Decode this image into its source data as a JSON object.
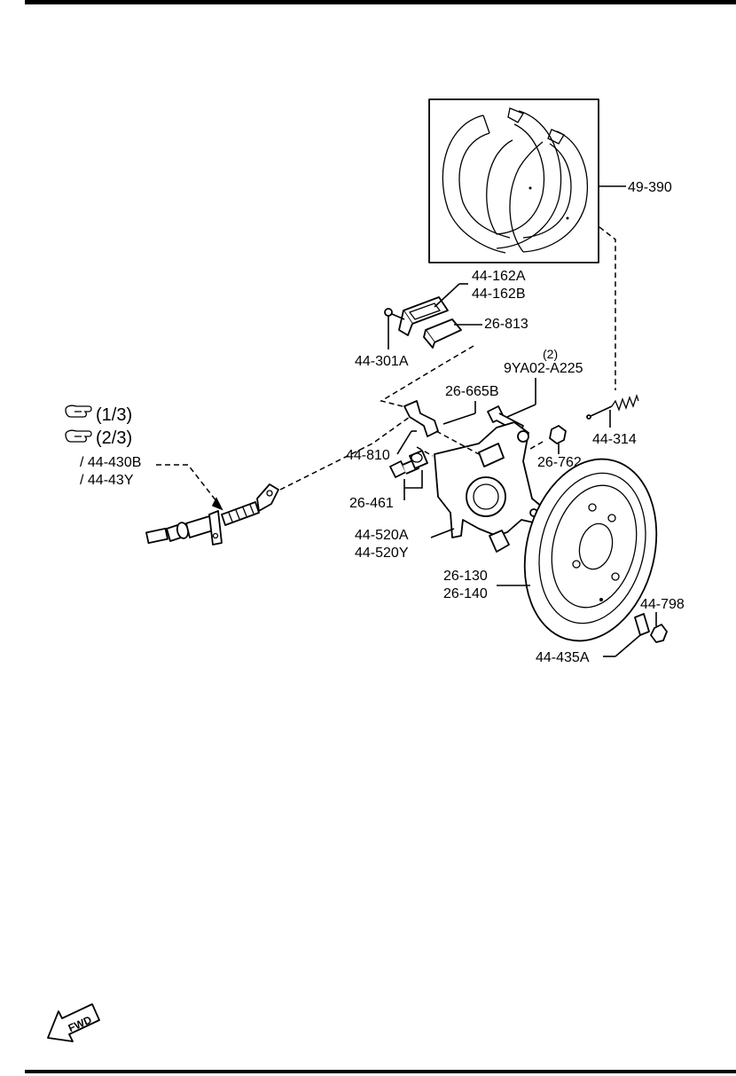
{
  "labels": {
    "shoe_kit": "49-390",
    "pad_a": "44-162A",
    "pad_b": "44-162B",
    "shim": "26-813",
    "screw_301": "44-301A",
    "qty_note": "(2)",
    "bolt": "9YA02-A225",
    "spring_clip": "26-665B",
    "spring": "44-314",
    "lever": "44-810",
    "nut": "26-762",
    "adjuster": "26-461",
    "bracket_a": "44-520A",
    "bracket_y": "44-520Y",
    "plate_130": "26-130",
    "plate_140": "26-140",
    "bolt_798": "44-798",
    "clip_435": "44-435A",
    "ref_1": "(1/3)",
    "ref_2": "(2/3)",
    "cable_a": "/ 44-430B",
    "cable_y": "/ 44-43Y",
    "fwd": "FWD"
  },
  "icons": [
    "pointing-hand-icon",
    "pointing-hand-icon",
    "fwd-arrow-icon"
  ],
  "colors": {
    "ink": "#000000",
    "paper": "#ffffff"
  }
}
